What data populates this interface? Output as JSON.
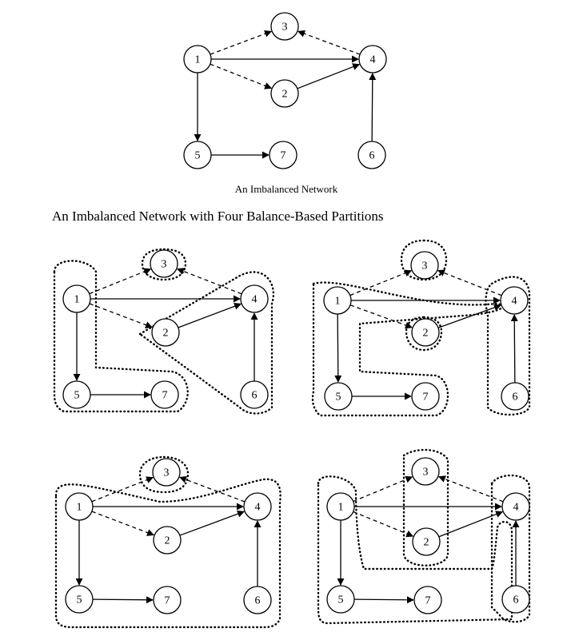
{
  "top_caption": "An Imbalanced Network",
  "section_heading": "An Imbalanced Network with Four Balance-Based Partitions",
  "nodes": [
    {
      "id": "1",
      "label": "1"
    },
    {
      "id": "2",
      "label": "2"
    },
    {
      "id": "3",
      "label": "3"
    },
    {
      "id": "4",
      "label": "4"
    },
    {
      "id": "5",
      "label": "5"
    },
    {
      "id": "6",
      "label": "6"
    },
    {
      "id": "7",
      "label": "7"
    }
  ],
  "edges": [
    {
      "from": "1",
      "to": "3",
      "style": "dashed"
    },
    {
      "from": "1",
      "to": "4",
      "style": "solid"
    },
    {
      "from": "1",
      "to": "2",
      "style": "dashed"
    },
    {
      "from": "1",
      "to": "5",
      "style": "solid"
    },
    {
      "from": "2",
      "to": "4",
      "style": "solid"
    },
    {
      "from": "4",
      "to": "3",
      "style": "dashed"
    },
    {
      "from": "5",
      "to": "7",
      "style": "solid"
    },
    {
      "from": "6",
      "to": "4",
      "style": "solid"
    }
  ],
  "partitions": [
    {
      "panel": "top-left",
      "groups": [
        [
          "3"
        ],
        [
          "1",
          "5",
          "7"
        ],
        [
          "2",
          "4",
          "6"
        ]
      ]
    },
    {
      "panel": "top-right",
      "groups": [
        [
          "3"
        ],
        [
          "2"
        ],
        [
          "1",
          "5",
          "7"
        ],
        [
          "4",
          "6"
        ]
      ]
    },
    {
      "panel": "bottom-left",
      "groups": [
        [
          "3"
        ],
        [
          "1",
          "2",
          "4",
          "5",
          "6",
          "7"
        ]
      ]
    },
    {
      "panel": "bottom-right",
      "groups": [
        [
          "1",
          "5",
          "7"
        ],
        [
          "2",
          "3"
        ],
        [
          "4",
          "6"
        ]
      ]
    }
  ]
}
